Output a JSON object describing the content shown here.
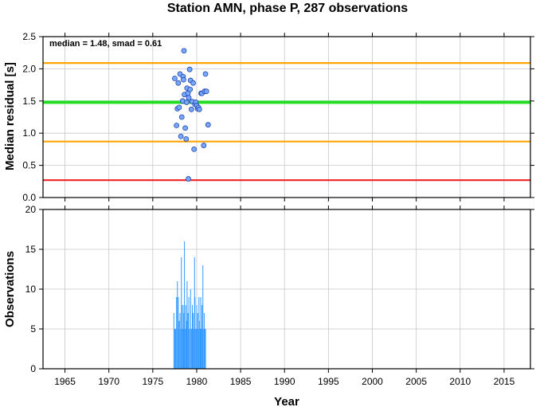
{
  "colors": {
    "median_line": "#22dd22",
    "smad_lines": "#ffa500",
    "zero_line": "#ee2222",
    "points_fill": "#77aaff",
    "points_stroke": "#2244aa",
    "bars": "#3399ff"
  },
  "chart_data": [
    {
      "type": "scatter",
      "title": "Station AMN, phase P, 287 observations",
      "ylabel": "Median residual [s]",
      "annotation": "median = 1.48, smad = 0.61",
      "xlim": [
        1962.5,
        2018
      ],
      "ylim": [
        0,
        2.5
      ],
      "x_ticks": [
        1965,
        1970,
        1975,
        1980,
        1985,
        1990,
        1995,
        2000,
        2005,
        2010,
        2015
      ],
      "y_ticks": [
        0,
        0.5,
        1,
        1.5,
        2,
        2.5
      ],
      "y_tick_labels": [
        "0.0",
        "0.5",
        "1.0",
        "1.5",
        "2.0",
        "2.5"
      ],
      "grid": true,
      "hlines": [
        {
          "value": 2.09,
          "color": "orange"
        },
        {
          "value": 1.48,
          "color": "green"
        },
        {
          "value": 0.87,
          "color": "orange"
        },
        {
          "value": 0.27,
          "color": "red"
        }
      ],
      "points": [
        [
          1977.5,
          1.85
        ],
        [
          1977.7,
          1.12
        ],
        [
          1977.8,
          1.38
        ],
        [
          1977.9,
          1.78
        ],
        [
          1978.0,
          1.4
        ],
        [
          1978.1,
          1.92
        ],
        [
          1978.2,
          0.95
        ],
        [
          1978.3,
          1.25
        ],
        [
          1978.4,
          1.5
        ],
        [
          1978.45,
          1.88
        ],
        [
          1978.5,
          1.83
        ],
        [
          1978.55,
          2.28
        ],
        [
          1978.6,
          1.6
        ],
        [
          1978.7,
          1.08
        ],
        [
          1978.8,
          0.91
        ],
        [
          1978.85,
          1.48
        ],
        [
          1978.9,
          1.7
        ],
        [
          1979.0,
          1.62
        ],
        [
          1979.05,
          0.29
        ],
        [
          1979.1,
          1.55
        ],
        [
          1979.2,
          1.99
        ],
        [
          1979.25,
          1.68
        ],
        [
          1979.3,
          1.82
        ],
        [
          1979.4,
          1.37
        ],
        [
          1979.5,
          1.49
        ],
        [
          1979.6,
          1.78
        ],
        [
          1979.7,
          0.75
        ],
        [
          1979.8,
          1.45
        ],
        [
          1979.9,
          1.48
        ],
        [
          1980.0,
          1.43
        ],
        [
          1980.1,
          1.38
        ],
        [
          1980.2,
          1.4
        ],
        [
          1980.3,
          1.37
        ],
        [
          1980.5,
          1.62
        ],
        [
          1980.6,
          1.62
        ],
        [
          1980.8,
          0.81
        ],
        [
          1980.9,
          1.65
        ],
        [
          1981.0,
          1.92
        ],
        [
          1981.1,
          1.65
        ],
        [
          1981.3,
          1.13
        ]
      ]
    },
    {
      "type": "bar",
      "ylabel": "Observations",
      "xlabel": "Year",
      "xlim": [
        1962.5,
        2018
      ],
      "ylim": [
        0,
        20
      ],
      "x_ticks": [
        1965,
        1970,
        1975,
        1980,
        1985,
        1990,
        1995,
        2000,
        2005,
        2010,
        2015
      ],
      "y_ticks": [
        0,
        5,
        10,
        15,
        20
      ],
      "grid": true,
      "bar_width_years": 0.08,
      "bars": [
        [
          1977.4,
          7
        ],
        [
          1977.5,
          5
        ],
        [
          1977.6,
          5
        ],
        [
          1977.7,
          9
        ],
        [
          1977.8,
          11
        ],
        [
          1977.85,
          5
        ],
        [
          1977.9,
          9
        ],
        [
          1978.0,
          6
        ],
        [
          1978.1,
          7
        ],
        [
          1978.2,
          5
        ],
        [
          1978.25,
          14
        ],
        [
          1978.3,
          8
        ],
        [
          1978.4,
          5
        ],
        [
          1978.45,
          8
        ],
        [
          1978.5,
          5
        ],
        [
          1978.55,
          7
        ],
        [
          1978.6,
          16
        ],
        [
          1978.7,
          5
        ],
        [
          1978.75,
          8
        ],
        [
          1978.8,
          5
        ],
        [
          1978.85,
          6
        ],
        [
          1978.9,
          11
        ],
        [
          1979.0,
          7
        ],
        [
          1979.05,
          5
        ],
        [
          1979.1,
          9
        ],
        [
          1979.2,
          5
        ],
        [
          1979.3,
          10
        ],
        [
          1979.4,
          5
        ],
        [
          1979.5,
          8
        ],
        [
          1979.55,
          5
        ],
        [
          1979.6,
          7
        ],
        [
          1979.7,
          5
        ],
        [
          1979.75,
          14
        ],
        [
          1979.8,
          9
        ],
        [
          1979.9,
          5
        ],
        [
          1980.0,
          8
        ],
        [
          1980.05,
          5
        ],
        [
          1980.1,
          7
        ],
        [
          1980.2,
          5
        ],
        [
          1980.25,
          9
        ],
        [
          1980.3,
          6
        ],
        [
          1980.4,
          5
        ],
        [
          1980.45,
          9
        ],
        [
          1980.5,
          5
        ],
        [
          1980.6,
          8
        ],
        [
          1980.65,
          5
        ],
        [
          1980.7,
          13
        ],
        [
          1980.8,
          5
        ],
        [
          1980.85,
          7
        ],
        [
          1980.9,
          5
        ],
        [
          1981.0,
          5
        ]
      ]
    }
  ]
}
